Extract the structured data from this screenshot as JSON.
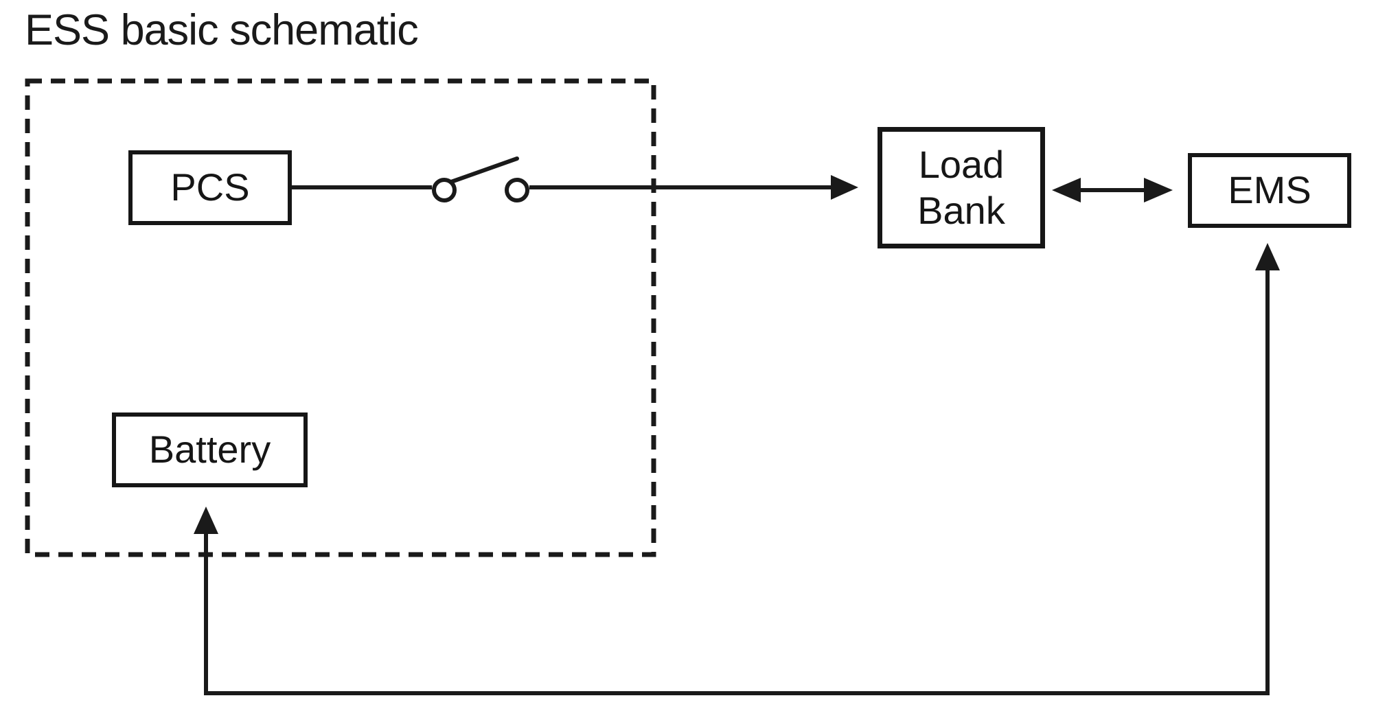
{
  "diagram": {
    "title": "ESS basic schematic",
    "colors": {
      "stroke": "#1a1a1a",
      "background": "#ffffff"
    },
    "boundary": {
      "description": "dashed rectangle enclosing PCS, switch and Battery",
      "style": "dashed"
    },
    "nodes": [
      {
        "id": "pcs",
        "label": "PCS"
      },
      {
        "id": "battery",
        "label": "Battery"
      },
      {
        "id": "load_bank",
        "label": "Load Bank"
      },
      {
        "id": "ems",
        "label": "EMS"
      }
    ],
    "switch": {
      "type": "open-contact-switch",
      "between": [
        "PCS",
        "Load Bank"
      ]
    },
    "edges": [
      {
        "from": "PCS",
        "to": "switch",
        "type": "line"
      },
      {
        "from": "switch",
        "to": "Load Bank",
        "type": "arrow"
      },
      {
        "from": "Load Bank",
        "to": "EMS",
        "type": "bidirectional-arrow"
      },
      {
        "from": "EMS",
        "to": "Battery",
        "type": "bidirectional-arrow",
        "route": "bottom"
      }
    ]
  }
}
